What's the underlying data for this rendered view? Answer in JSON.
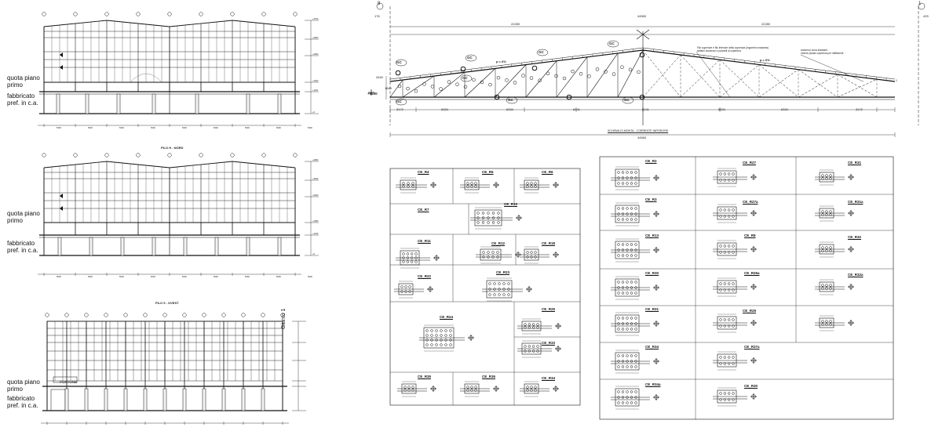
{
  "elevations": {
    "labels": {
      "quota_line1": "quota piano",
      "quota_line2": "primo",
      "fab_line1": "fabbricato",
      "fab_line2": "pref. in c.a."
    },
    "title_nord": "FILO H - NORD",
    "title_ovest": "FILO 9 - OVEST",
    "giunto": "Giunto 1",
    "portone": "PORTONE"
  },
  "truss": {
    "grid_left": "8",
    "grid_right": "1",
    "left_small": "176",
    "right_small": "425",
    "overall_top": "44560",
    "half_left": "22280",
    "half_right": "22280",
    "bottom_segments": [
      "3172",
      "6334",
      "6334",
      "6441",
      "6441",
      "6334",
      "6334",
      "3172"
    ],
    "overall_bottom": "44560",
    "left_height": "2640",
    "left_height2": "1840",
    "elev_mark": "+9500",
    "slope_left": "p = 6%",
    "slope_right": "p = 6%",
    "gc_labels": [
      "GC",
      "GC",
      "GC",
      "GC",
      "GC",
      "GC",
      "GC",
      "GC"
    ],
    "note1_line1": "Filo superiore e filo inferiore della copertura (ingombro massimo)",
    "note1_line2": "sistemi arcarecci e pannelli di copertura",
    "note2_line1": "arcarecci zona standard",
    "note2_line2": "vedere pianta copertura per infittimenti",
    "caption": "SCHEMA DI MONTA - CORRENTE INFERIORE"
  },
  "details_left": [
    "CE_R4",
    "CE_R5",
    "CE_R6",
    "CE_R7",
    "CE_R10",
    "CE_R11",
    "CE_R12",
    "CE_R18",
    "CE_R22",
    "CE_R23",
    "CE_R24",
    "CE_R25",
    "CE_R33",
    "CE_R34",
    "CE_R35",
    "CE_R36"
  ],
  "details_right": [
    "CE_R2",
    "CE_R27",
    "CE_R31",
    "CE_R3",
    "CE_R27a",
    "CE_R31a",
    "CE_R13",
    "CE_R8",
    "CE_R32",
    "CE_R30",
    "CE_R26a",
    "CE_R32a",
    "CE_R31",
    "CE_R29",
    "CE_R34",
    "CE_R37a",
    "CE_R34a",
    "CE_R30"
  ]
}
